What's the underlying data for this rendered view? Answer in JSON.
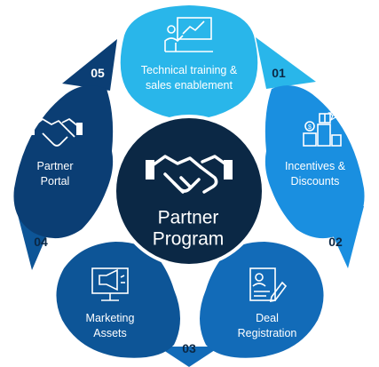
{
  "center": {
    "title": "Partner\nProgram",
    "icon": "handshake-icon"
  },
  "segments": [
    {
      "number": "01",
      "label": "Technical training &\nsales enablement",
      "icon": "presenter-icon",
      "color": "#29b6ea"
    },
    {
      "number": "02",
      "label": "Incentives &\nDiscounts",
      "icon": "gift-podium-icon",
      "color": "#1a8fe0"
    },
    {
      "number": "03",
      "label": "Deal\nRegistration",
      "icon": "document-pen-icon",
      "color": "#126bb8"
    },
    {
      "number": "04",
      "label": "Marketing\nAssets",
      "icon": "megaphone-monitor-icon",
      "color": "#0d5597"
    },
    {
      "number": "05",
      "label": "Partner\nPortal",
      "icon": "handshake-icon",
      "color": "#0b3e74"
    }
  ],
  "colors": {
    "center": "#0b2845",
    "number_dark": "#0b2845",
    "number_light": "#ffffff"
  }
}
